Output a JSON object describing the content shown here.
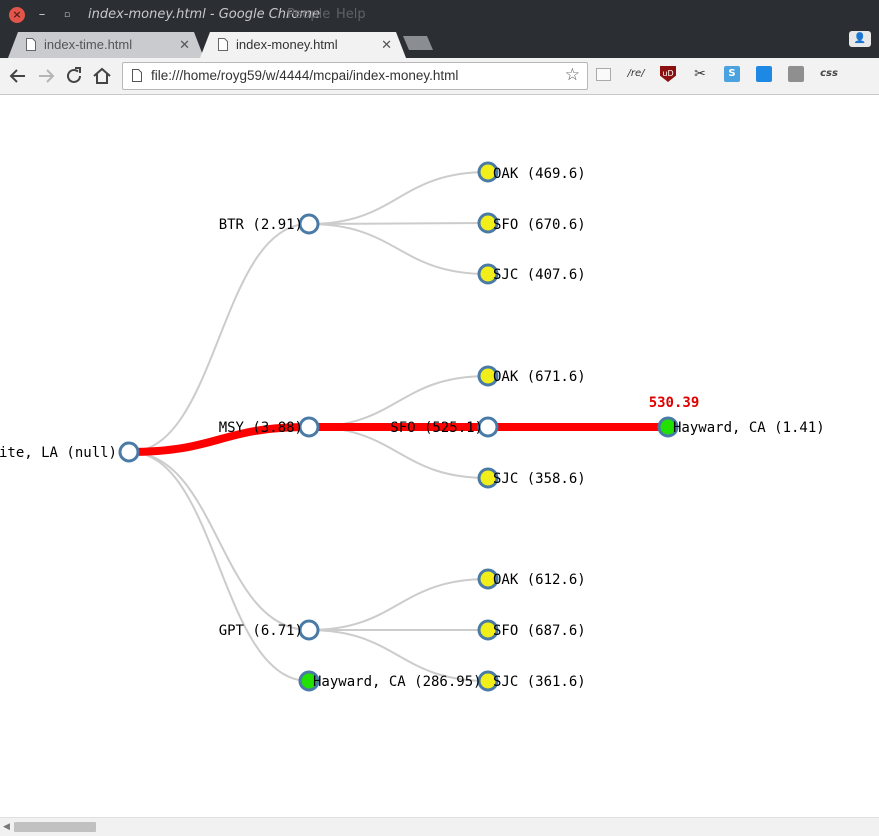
{
  "window": {
    "title": "index-money.html - Google Chrome",
    "menus": [
      "People",
      "Help"
    ]
  },
  "tabs": [
    {
      "label": "index-time.html",
      "active": false
    },
    {
      "label": "index-money.html",
      "active": true
    }
  ],
  "toolbar": {
    "url": "file:///home/royg59/w/4444/mcpai/index-money.html",
    "extensions": [
      {
        "name": "reader-mode-icon",
        "label": ""
      },
      {
        "name": "regex-ext-icon",
        "label": "/re/"
      },
      {
        "name": "ublock-icon",
        "label": "uD"
      },
      {
        "name": "tools-ext-icon",
        "label": ""
      },
      {
        "name": "s-ext-icon",
        "label": "S"
      },
      {
        "name": "window-ext-icon",
        "label": ""
      },
      {
        "name": "gray-ext-icon",
        "label": ""
      },
      {
        "name": "css-ext-icon",
        "label": "css"
      }
    ]
  },
  "colors": {
    "highlight_path": "#ff0000",
    "link": "#cccccc",
    "node_stroke": "#4a7ba6",
    "leaf_airport": "#f2ee1a",
    "leaf_destination": "#22e000",
    "cost_label": "#e00000"
  },
  "tree": {
    "root": {
      "label": "ite, LA (null)"
    },
    "nodes": {
      "btr": {
        "label": "BTR (2.91)"
      },
      "btr_oak": {
        "label": "OAK (469.6)"
      },
      "btr_sfo": {
        "label": "SFO (670.6)"
      },
      "btr_sjc": {
        "label": "SJC (407.6)"
      },
      "msy": {
        "label": "MSY (3.88)"
      },
      "msy_oak": {
        "label": "OAK (671.6)"
      },
      "msy_sfo": {
        "label": "SFO (525.1)"
      },
      "msy_sjc": {
        "label": "SJC (358.6)"
      },
      "msy_sfo_hayward": {
        "label": "Hayward, CA (1.41)"
      },
      "gpt": {
        "label": "GPT (6.71)"
      },
      "gpt_oak": {
        "label": "OAK (612.6)"
      },
      "gpt_sfo": {
        "label": "SFO (687.6)"
      },
      "gpt_sjc": {
        "label": "SJC (361.6)"
      },
      "hayward_direct": {
        "label": "Hayward, CA (286.95)"
      }
    },
    "best_cost": "530.39"
  }
}
